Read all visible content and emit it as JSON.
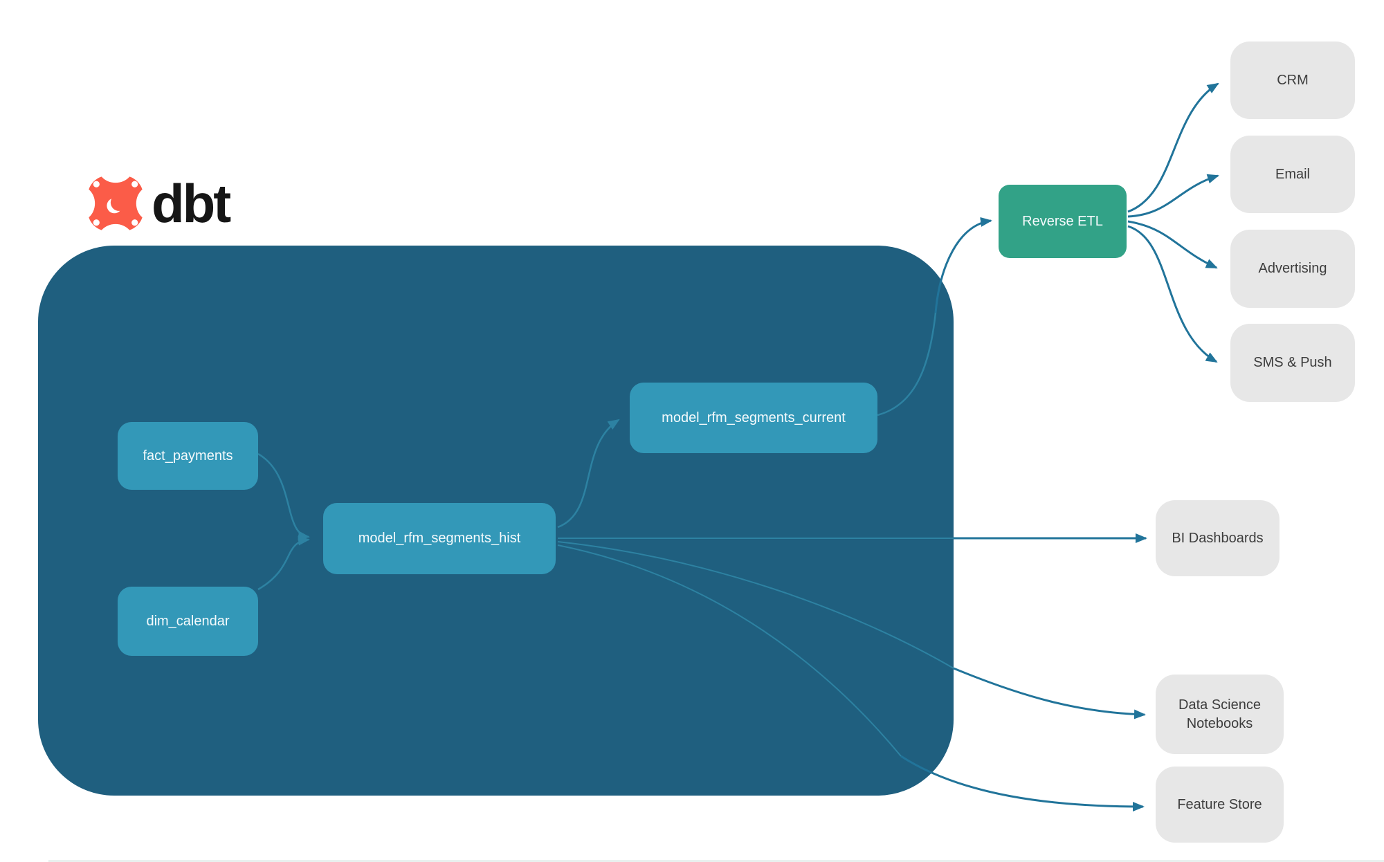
{
  "logo": {
    "text": "dbt"
  },
  "colors": {
    "background": "#ffffff",
    "container": "#1f5f7f",
    "model_node": "#3398b8",
    "etl_node": "#32a287",
    "destination_node": "#e7e7e7",
    "edge_outer": "#21749a",
    "edge_inner": "#2d82a2",
    "node_text": "#f4fafc",
    "destination_text": "#3d3d3d",
    "logo_orange": "#fb5c48",
    "logo_text": "#161616"
  },
  "diagram": {
    "nodes": [
      {
        "id": "fact_payments",
        "label": "fact_payments",
        "type": "model"
      },
      {
        "id": "dim_calendar",
        "label": "dim_calendar",
        "type": "model"
      },
      {
        "id": "model_rfm_segments_hist",
        "label": "model_rfm_segments_hist",
        "type": "model"
      },
      {
        "id": "model_rfm_segments_current",
        "label": "model_rfm_segments_current",
        "type": "model"
      },
      {
        "id": "reverse_etl",
        "label": "Reverse ETL",
        "type": "etl"
      },
      {
        "id": "crm",
        "label": "CRM",
        "type": "destination"
      },
      {
        "id": "email",
        "label": "Email",
        "type": "destination"
      },
      {
        "id": "advertising",
        "label": "Advertising",
        "type": "destination"
      },
      {
        "id": "sms_push",
        "label": "SMS & Push",
        "type": "destination"
      },
      {
        "id": "bi_dashboards",
        "label": "BI Dashboards",
        "type": "destination"
      },
      {
        "id": "data_science_notebooks",
        "label": "Data Science Notebooks",
        "type": "destination"
      },
      {
        "id": "feature_store",
        "label": "Feature Store",
        "type": "destination"
      }
    ],
    "edges": [
      {
        "from": "fact_payments",
        "to": "model_rfm_segments_hist"
      },
      {
        "from": "dim_calendar",
        "to": "model_rfm_segments_hist"
      },
      {
        "from": "model_rfm_segments_hist",
        "to": "model_rfm_segments_current"
      },
      {
        "from": "model_rfm_segments_current",
        "to": "reverse_etl"
      },
      {
        "from": "reverse_etl",
        "to": "crm"
      },
      {
        "from": "reverse_etl",
        "to": "email"
      },
      {
        "from": "reverse_etl",
        "to": "advertising"
      },
      {
        "from": "reverse_etl",
        "to": "sms_push"
      },
      {
        "from": "model_rfm_segments_hist",
        "to": "bi_dashboards"
      },
      {
        "from": "model_rfm_segments_hist",
        "to": "data_science_notebooks"
      },
      {
        "from": "model_rfm_segments_hist",
        "to": "feature_store"
      }
    ]
  }
}
